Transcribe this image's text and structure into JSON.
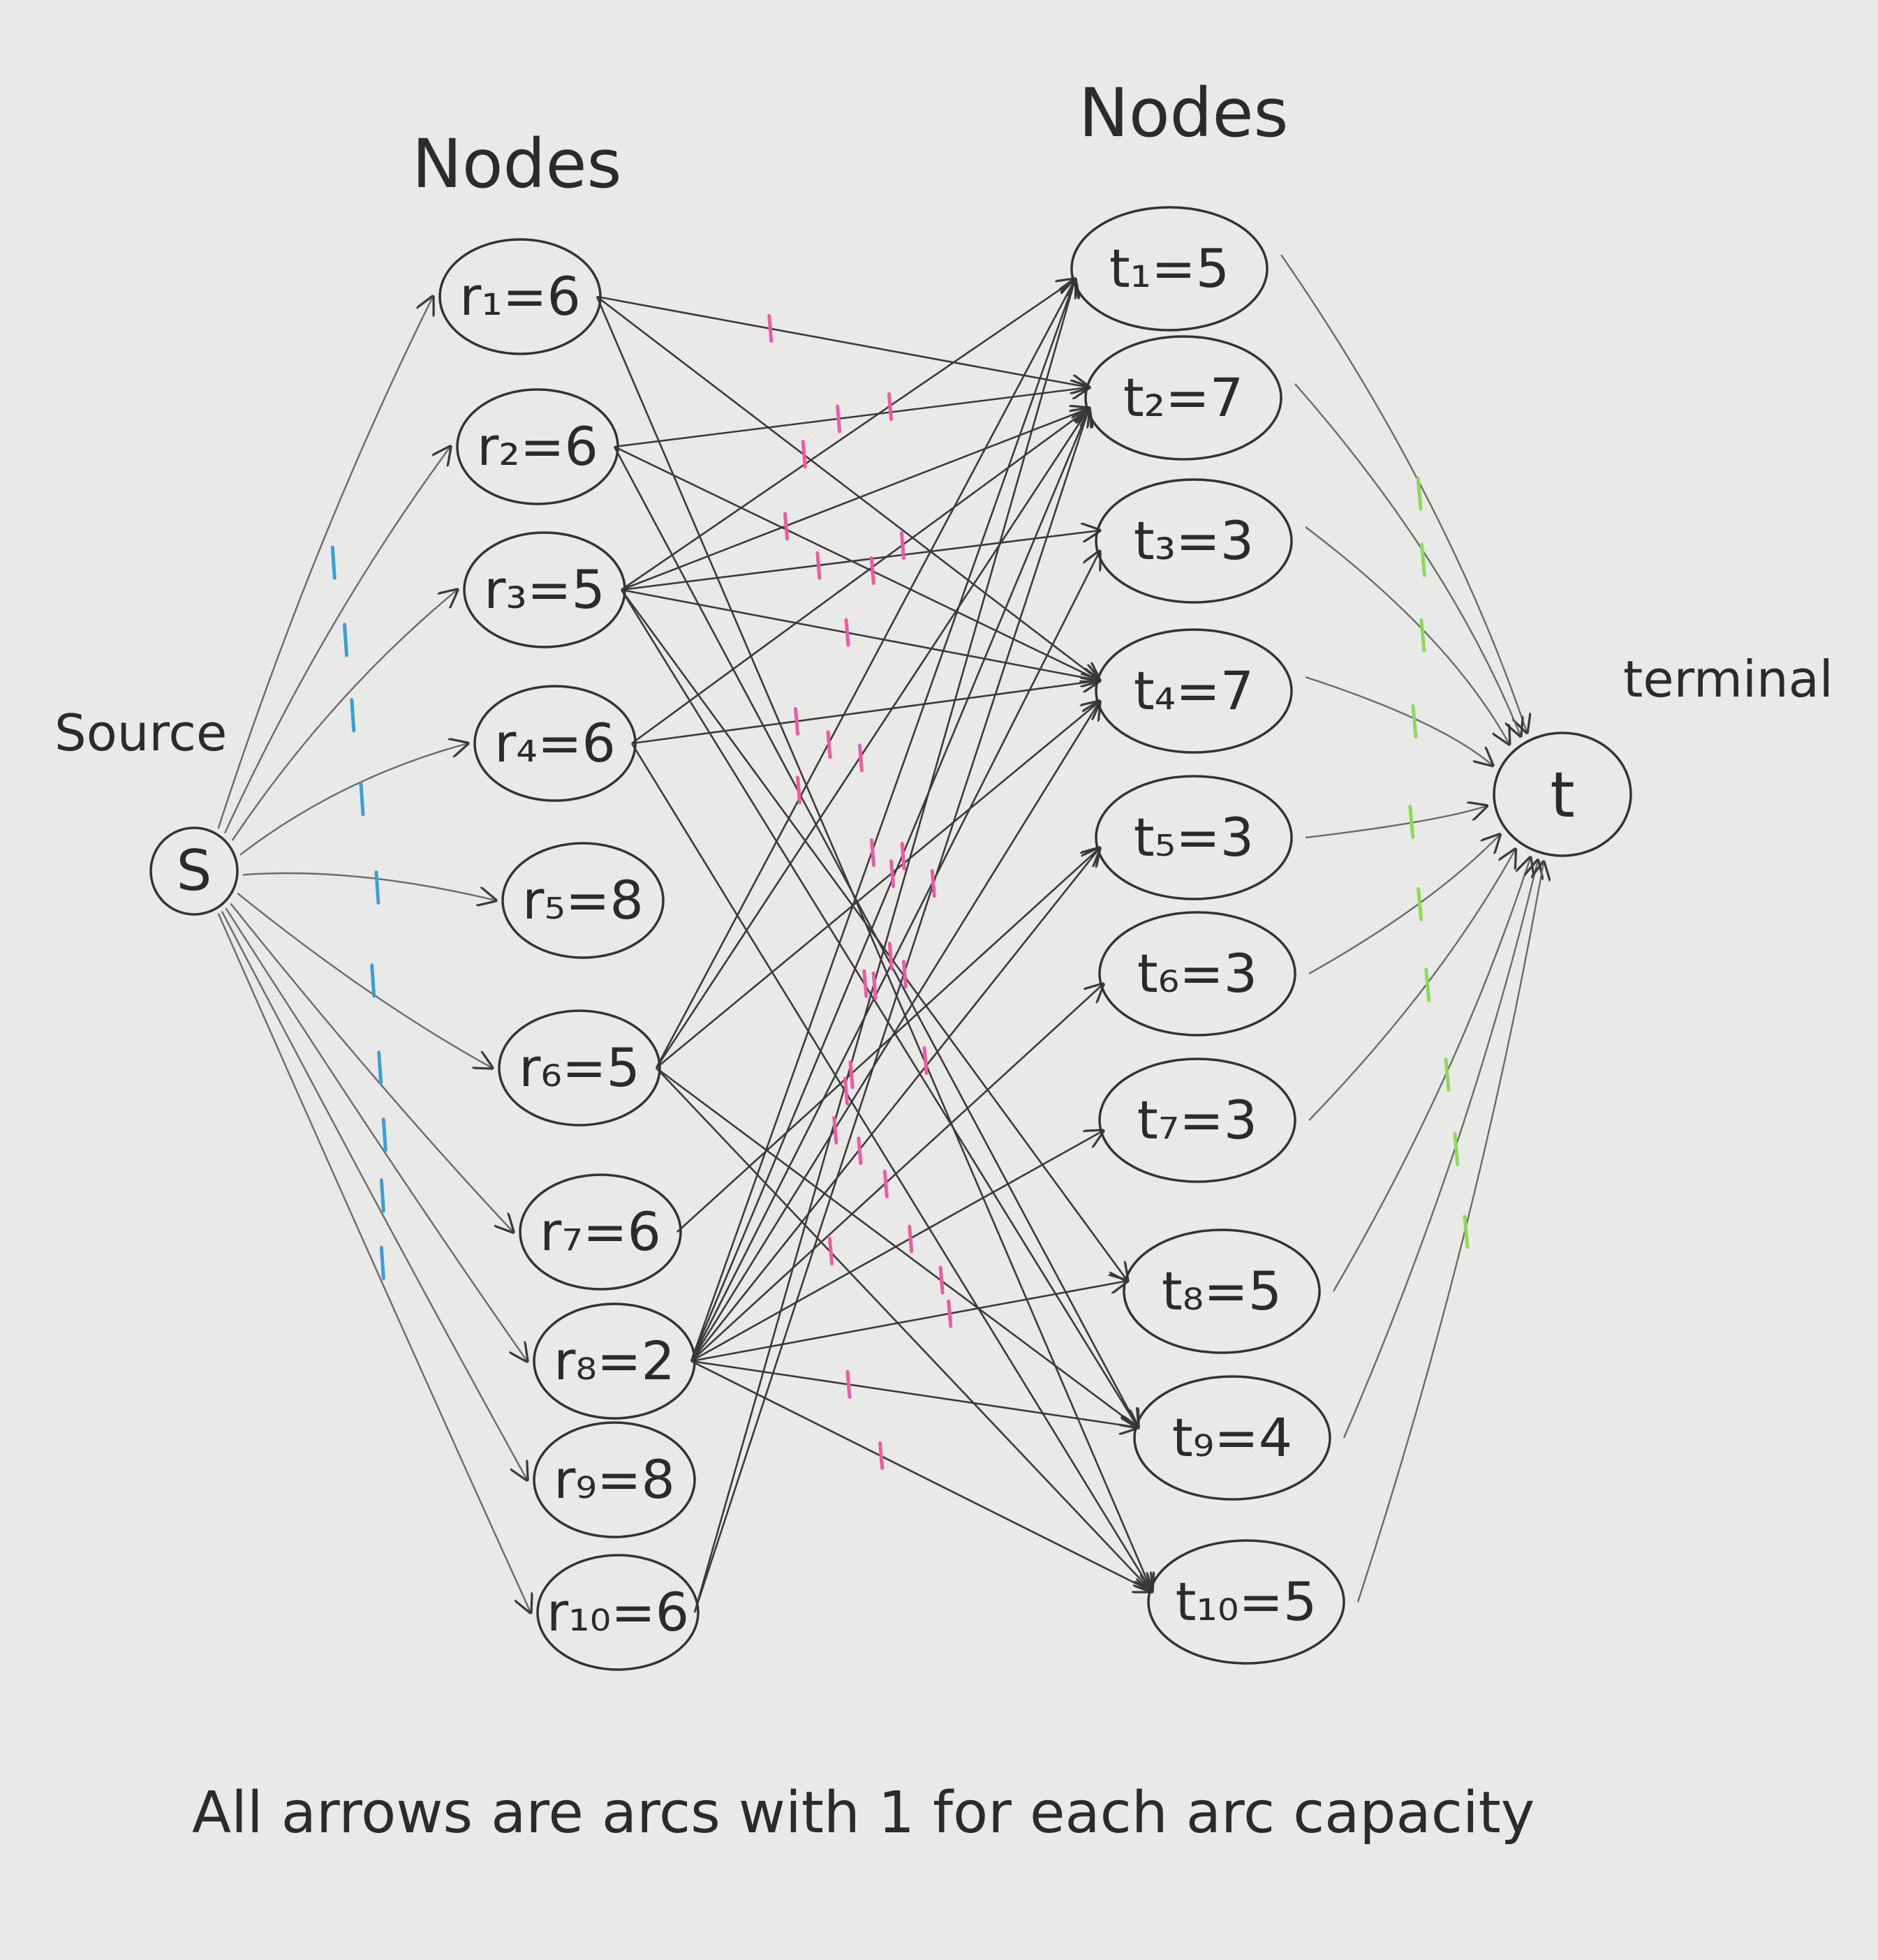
{
  "headings": {
    "left_nodes": "Nodes",
    "right_nodes": "Nodes",
    "source": "Source",
    "terminal": "terminal"
  },
  "source_node": {
    "label": "S"
  },
  "terminal_node": {
    "label": "t"
  },
  "r_nodes": [
    {
      "id": "r1",
      "label": "r₁=6",
      "value": 6
    },
    {
      "id": "r2",
      "label": "r₂=6",
      "value": 6
    },
    {
      "id": "r3",
      "label": "r₃=5",
      "value": 5
    },
    {
      "id": "r4",
      "label": "r₄=6",
      "value": 6
    },
    {
      "id": "r5",
      "label": "r₅=8",
      "value": 8
    },
    {
      "id": "r6",
      "label": "r₆=5",
      "value": 5
    },
    {
      "id": "r7",
      "label": "r₇=6",
      "value": 6
    },
    {
      "id": "r8",
      "label": "r₈=2",
      "value": 2
    },
    {
      "id": "r9",
      "label": "r₉=8",
      "value": 8
    },
    {
      "id": "r10",
      "label": "r₁₀=6",
      "value": 6
    }
  ],
  "t_nodes": [
    {
      "id": "t1",
      "label": "t₁=5",
      "value": 5
    },
    {
      "id": "t2",
      "label": "t₂=7",
      "value": 7
    },
    {
      "id": "t3",
      "label": "t₃=3",
      "value": 3
    },
    {
      "id": "t4",
      "label": "t₄=7",
      "value": 7
    },
    {
      "id": "t5",
      "label": "t₅=3",
      "value": 3
    },
    {
      "id": "t6",
      "label": "t₆=3",
      "value": 3
    },
    {
      "id": "t7",
      "label": "t₇=3",
      "value": 3
    },
    {
      "id": "t8",
      "label": "t₈=5",
      "value": 5
    },
    {
      "id": "t9",
      "label": "t₉=4",
      "value": 4
    },
    {
      "id": "t10",
      "label": "t₁₀=5",
      "value": 5
    }
  ],
  "caption": "All arrows are arcs with 1 for each arc capacity",
  "arc_capacity": 1,
  "middle_arcs": [
    [
      "r1",
      "t2"
    ],
    [
      "r1",
      "t4"
    ],
    [
      "r2",
      "t2"
    ],
    [
      "r2",
      "t4"
    ],
    [
      "r3",
      "t1"
    ],
    [
      "r3",
      "t2"
    ],
    [
      "r3",
      "t3"
    ],
    [
      "r3",
      "t4"
    ],
    [
      "r3",
      "t8"
    ],
    [
      "r4",
      "t2"
    ],
    [
      "r4",
      "t4"
    ],
    [
      "r6",
      "t1"
    ],
    [
      "r6",
      "t2"
    ],
    [
      "r6",
      "t4"
    ],
    [
      "r6",
      "t9"
    ],
    [
      "r6",
      "t10"
    ],
    [
      "r7",
      "t5"
    ],
    [
      "r8",
      "t1"
    ],
    [
      "r8",
      "t2"
    ],
    [
      "r8",
      "t3"
    ],
    [
      "r8",
      "t4"
    ],
    [
      "r8",
      "t5"
    ],
    [
      "r8",
      "t6"
    ],
    [
      "r8",
      "t7"
    ],
    [
      "r8",
      "t8"
    ],
    [
      "r8",
      "t9"
    ],
    [
      "r8",
      "t10"
    ],
    [
      "r10",
      "t1"
    ],
    [
      "r10",
      "t2"
    ],
    [
      "r1",
      "t10"
    ],
    [
      "r2",
      "t9"
    ],
    [
      "r4",
      "t10"
    ],
    [
      "r3",
      "t9"
    ]
  ],
  "colors": {
    "background": "#e9e9e7",
    "ink": "#2b2b2b",
    "source_ticks": "#3a9fd8",
    "middle_ticks": "#ee5aa6",
    "terminal_ticks": "#8ed95a"
  }
}
